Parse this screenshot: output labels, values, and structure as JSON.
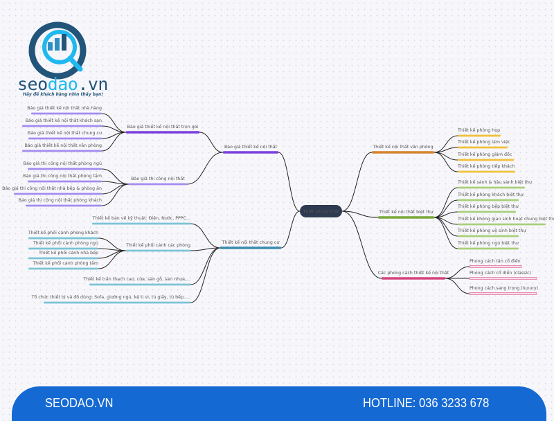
{
  "logo": {
    "seo": "seo",
    "dao": "dao",
    "vn": ".vn",
    "tagline": "Hãy để khách hàng nhìn thấy bạn!"
  },
  "footer": {
    "site": "SEODAO.VN",
    "hotline": "HOTLINE: 036 3233 678"
  },
  "colors": {
    "root": "#2d3a4f",
    "office": "#d5832e",
    "office_child": "#f2c13a",
    "villa": "#7aa83a",
    "villa_child": "#a9cf7a",
    "style": "#d6457f",
    "style_child": "#e07aa5",
    "quote": "#7b3fe0",
    "quote_child": "#a58bf0",
    "apartment": "#3b8bb0",
    "apartment_child": "#7cc4d6",
    "footer": "#1569d3"
  },
  "mindmap": {
    "root": "Thiết kế nội thất",
    "office": {
      "label": "Thiết kế nội thất văn phòng",
      "children": [
        "Thiết kế phòng họp",
        "Thiết kế phòng làm việc",
        "Thiết kế phòng giám đốc",
        "Thiết kế phòng tiếp khách"
      ]
    },
    "villa": {
      "label": "Thiết kế nội thất biệt thự",
      "children": [
        "Thiết kế sảnh & hậu sảnh biệt thự",
        "Thiết kế phòng khách biệt thự",
        "Thiết kế phòng bếp biệt thự",
        "Thiết kế không gian sinh hoạt chung biệt thự",
        "Thiết kế phòng vệ sinh biệt thự",
        "Thiết kế phòng ngủ biệt thự"
      ]
    },
    "styles": {
      "label": "Các phong cách thiết kế nội thất",
      "children": [
        "Phong cách tân cổ điển",
        "Phong cách cổ điển (classic)",
        "Phong cách sang trọng (luxury)"
      ]
    },
    "quote": {
      "label": "Báo giá thiết kế nội thất",
      "package": {
        "label": "Báo giá thiết kế nội thất trọn gói",
        "children": [
          "Báo giá thiết kế nội thất nhà hàng",
          "Báo giá thiết kế nội thất khách sạn",
          "Báo giá thiết kế nội thất chung cư",
          "Báo giá thiết kế nội thất văn phòng"
        ]
      },
      "construction": {
        "label": "Báo giá thi công nội thất",
        "children": [
          "Báo giá thi công nội thất phòng ngủ",
          "Báo giá thi công nội thất phòng tắm",
          "Báo giá thi công nội thất nhà bếp & phòng ăn",
          "Báo giá thi công nội thất phòng khách"
        ]
      }
    },
    "apartment": {
      "label": "Thiết kế nội thất chung cư",
      "technical": "Thiết kế bản vẽ kỹ thuật:  Điện, Nước, PPPC...",
      "perspective": {
        "label": "Thiết kế phối cảnh các phòng",
        "children": [
          "Thiết kế phối cảnh phòng khách",
          "Thiết kế phối cảnh phòng  ngủ",
          "Thiết kế phối cảnh  nhà bếp",
          "Thiết kế phối cảnh phòng tắm"
        ]
      },
      "ceiling": "Thiết kế trần thạch cao, cửa, sàn gỗ, sàn nhựa,...",
      "furniture": "Tổ chức thiết bị và đồ dùng: Sofa, giường ngủ, kệ ti vi, tủ giầy, tủ bếp,...."
    }
  }
}
